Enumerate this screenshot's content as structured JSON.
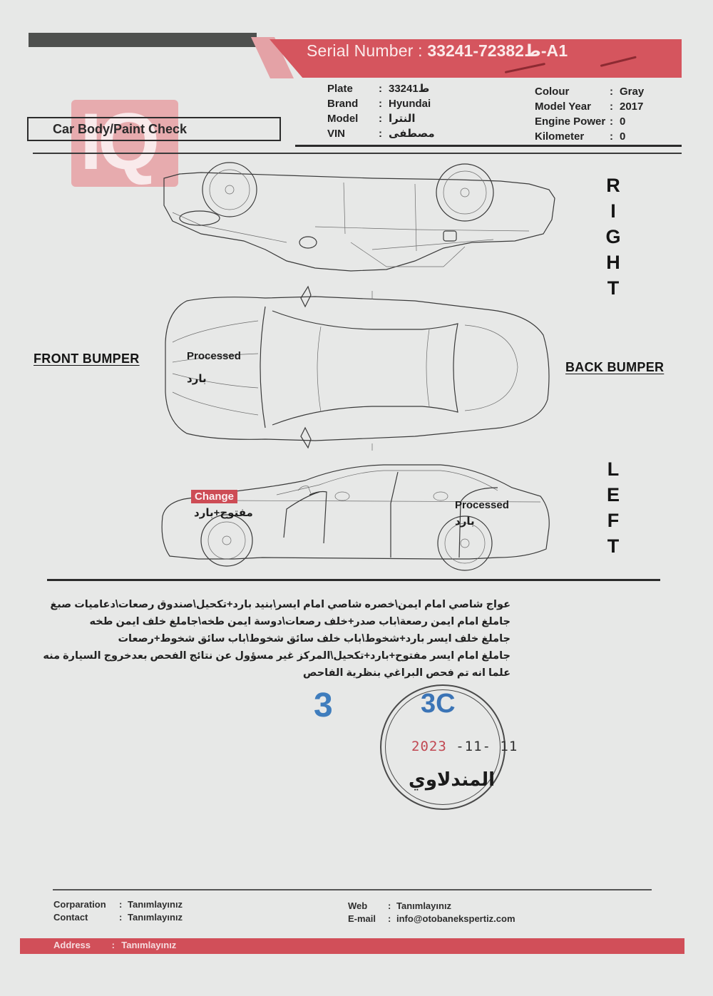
{
  "header": {
    "serial_label": "Serial Number :",
    "serial_value": "ط72382-33241-A1"
  },
  "vehicle": {
    "left": [
      {
        "label": "Plate",
        "value": "ط33241"
      },
      {
        "label": "Brand",
        "value": "Hyundai"
      },
      {
        "label": "Model",
        "value": "النترا"
      },
      {
        "label": "VIN",
        "value": "مصطفى"
      }
    ],
    "right": [
      {
        "label": "Colour",
        "value": "Gray"
      },
      {
        "label": "Model Year",
        "value": "2017"
      },
      {
        "label": "Engine Power",
        "value": "0"
      },
      {
        "label": "Kilometer",
        "value": "0"
      }
    ],
    "separator": ":"
  },
  "section": {
    "title": "Car Body/Paint Check"
  },
  "watermark": {
    "text": "IQ",
    "color": "#e87880"
  },
  "diagram": {
    "front_bumper_label": "FRONT BUMPER",
    "back_bumper_label": "BACK BUMPER",
    "right_label": [
      "R",
      "I",
      "G",
      "H",
      "T"
    ],
    "left_label": [
      "L",
      "E",
      "F",
      "T"
    ],
    "annotations": {
      "hood": {
        "status": "Processed",
        "arabic": "بارد"
      },
      "left_front_fender": {
        "status": "Change",
        "arabic": "مفتوح+بارد",
        "badge_color": "#cd4c55"
      },
      "left_rear_quarter": {
        "status": "Processed",
        "arabic": "بارد"
      }
    }
  },
  "notes": {
    "lines": [
      "عواج شاصي امام ايمن\\خصره شاصي امام ايسر\\بنيد بارد+تكحيل\\صندوق رصعات\\دعاميات صبغ",
      "جاملغ امام ايمن رصعة\\باب صدر+خلف رصعات\\دوسة ايمن طخه\\جاملغ خلف ايمن طخه",
      "جاملغ خلف ايسر بارد+شخوط\\باب خلف سائق شخوط\\باب سائق شخوط+رصعات",
      "جاملغ امام ايسر مفتوح+بارد+تكحيل\\المركز غير مسؤول عن نتائج الفحص بعدخروج السيارة منه",
      "علما انه تم فحص البراغي بنظرية الفاحص"
    ]
  },
  "stamp": {
    "handwritten_number": "3",
    "code": "3C",
    "date_year": "2023",
    "date_rest": "-11- 11",
    "name": "المندلاوي",
    "ink_color": "#3b74b6"
  },
  "footer": {
    "corporation_label": "Corparation",
    "corporation_value": "Tanımlayınız",
    "contact_label": "Contact",
    "contact_value": "Tanımlayınız",
    "web_label": "Web",
    "web_value": "Tanımlayınız",
    "email_label": "E-mail",
    "email_value": "info@otobanekspertiz.com",
    "address_label": "Address",
    "address_value": "Tanımlayınız",
    "separator": ":"
  },
  "colors": {
    "brand_red": "#d5555e",
    "header_gray": "#4e504e",
    "paper": "#e7e8e7"
  }
}
